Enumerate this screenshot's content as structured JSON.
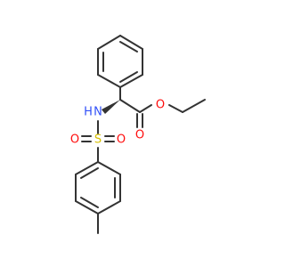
{
  "molecule": {
    "atoms": {
      "oxygen_ester": "O",
      "oxygen_carbonyl": "O",
      "nitrogen": "N",
      "nitrogen_hydrogen": "H",
      "sulfur": "S",
      "oxygen_sulfonyl_left": "O",
      "oxygen_sulfonyl_right": "O"
    },
    "colors": {
      "bond": "#333333",
      "oxygen": "#ff0d0d",
      "nitrogen": "#3050f8",
      "sulfur": "#d7c000"
    }
  }
}
